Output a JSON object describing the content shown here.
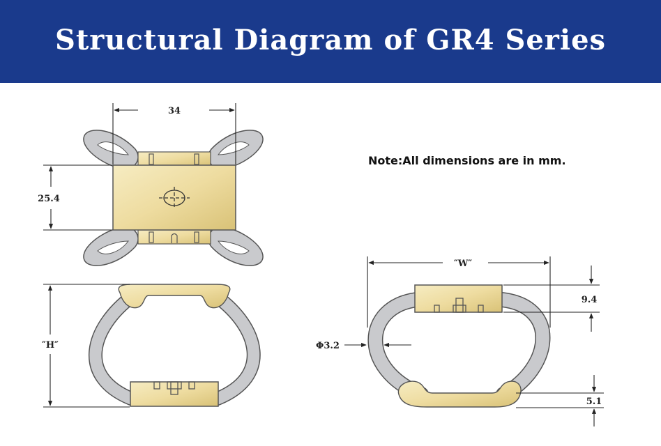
{
  "banner": {
    "title": "Structural Diagram of GR4 Series",
    "color": "#1a3a8c"
  },
  "note": "Note:All dimensions are in mm.",
  "top_view": {
    "width_label": "34",
    "height_label": "25.4"
  },
  "side_view": {
    "height_label": "″H″"
  },
  "front_view": {
    "width_label": "″W″",
    "clamp_height_label": "9.4",
    "wire_diameter_label": "Φ3.2",
    "base_label": "5.1"
  },
  "colors": {
    "wire": "#c9cacd",
    "wire_stroke": "#555",
    "brass_light": "#f3e6b4",
    "brass_dark": "#d9c277"
  }
}
